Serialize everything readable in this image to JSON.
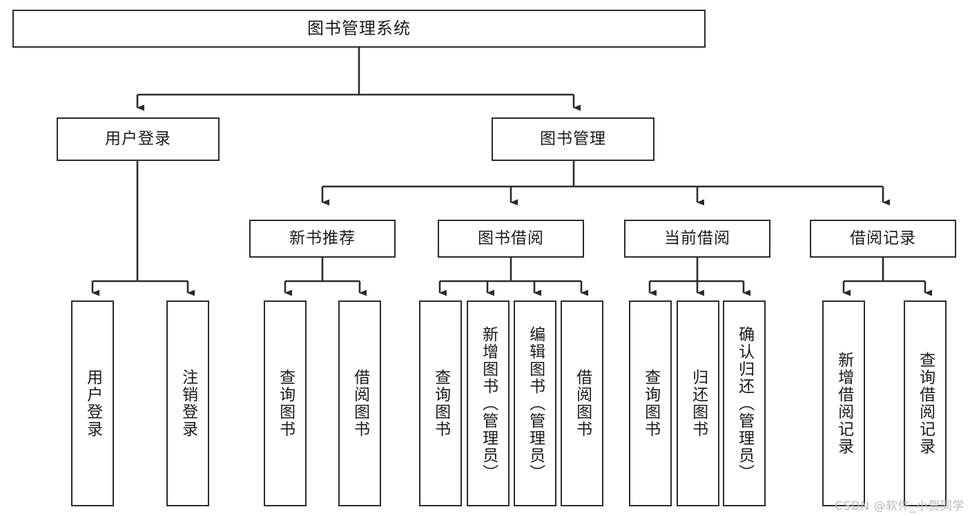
{
  "diagram": {
    "title": "图书管理系统",
    "type": "tree-hierarchy",
    "root": {
      "label": "图书管理系统"
    },
    "level2": [
      {
        "id": "user-login",
        "label": "用户登录"
      },
      {
        "id": "book-manage",
        "label": "图书管理"
      }
    ],
    "level3": [
      {
        "id": "new-book-recommend",
        "label": "新书推荐",
        "parent": "book-manage"
      },
      {
        "id": "book-borrow",
        "label": "图书借阅",
        "parent": "book-manage"
      },
      {
        "id": "current-borrow",
        "label": "当前借阅",
        "parent": "book-manage"
      },
      {
        "id": "borrow-record",
        "label": "借阅记录",
        "parent": "book-manage"
      }
    ],
    "leaves": {
      "user_login": [
        {
          "id": "leaf-user-login",
          "label": "用户登录"
        },
        {
          "id": "leaf-user-logout",
          "label": "注销登录"
        }
      ],
      "new_book_recommend": [
        {
          "id": "leaf-query-book-1",
          "label": "查询图书"
        },
        {
          "id": "leaf-borrow-book-1",
          "label": "借阅图书"
        }
      ],
      "book_borrow": [
        {
          "id": "leaf-query-book-2",
          "label": "查询图书"
        },
        {
          "id": "leaf-add-book",
          "label": "新增图书（管理员）"
        },
        {
          "id": "leaf-edit-book",
          "label": "编辑图书（管理员）"
        },
        {
          "id": "leaf-borrow-book-2",
          "label": "借阅图书"
        }
      ],
      "current_borrow": [
        {
          "id": "leaf-query-book-3",
          "label": "查询图书"
        },
        {
          "id": "leaf-return-book",
          "label": "归还图书"
        },
        {
          "id": "leaf-confirm-return",
          "label": "确认归还（管理员）"
        }
      ],
      "borrow_record": [
        {
          "id": "leaf-add-record",
          "label": "新增借阅记录"
        },
        {
          "id": "leaf-query-record",
          "label": "查询借阅记录"
        }
      ]
    }
  },
  "watermark": {
    "text": "CSDN @软件_小贺同学"
  },
  "colors": {
    "border": "#2b2b2b",
    "text": "#1a1a1a",
    "background": "#ffffff",
    "watermark": "#b9b9b9"
  }
}
